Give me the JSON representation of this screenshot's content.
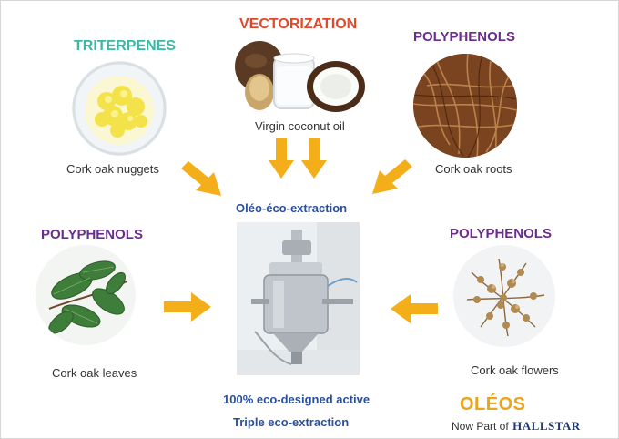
{
  "labels": {
    "triterpenes": "TRITERPENES",
    "vectorization": "VECTORIZATION",
    "polyphenols_top": "POLYPHENOLS",
    "polyphenols_left": "POLYPHENOLS",
    "polyphenols_right": "POLYPHENOLS"
  },
  "captions": {
    "nuggets": "Cork oak nuggets",
    "coconut": "Virgin coconut oil",
    "roots": "Cork oak roots",
    "leaves": "Cork oak leaves",
    "flowers": "Cork oak flowers"
  },
  "center": {
    "process": "Oléo-éco-extraction",
    "active": "100% eco-designed active",
    "triple": "Triple eco-extraction"
  },
  "logo": {
    "brand": "OLÉOS",
    "tagline_prefix": "Now Part of",
    "partner": "HALLSTAR"
  },
  "colors": {
    "teal": "#3bb8a8",
    "orange_red": "#e2492a",
    "purple": "#6b2d8c",
    "arrow": "#f4ae1a",
    "blue": "#2a4f9e",
    "logo_gold": "#e9a51b"
  }
}
